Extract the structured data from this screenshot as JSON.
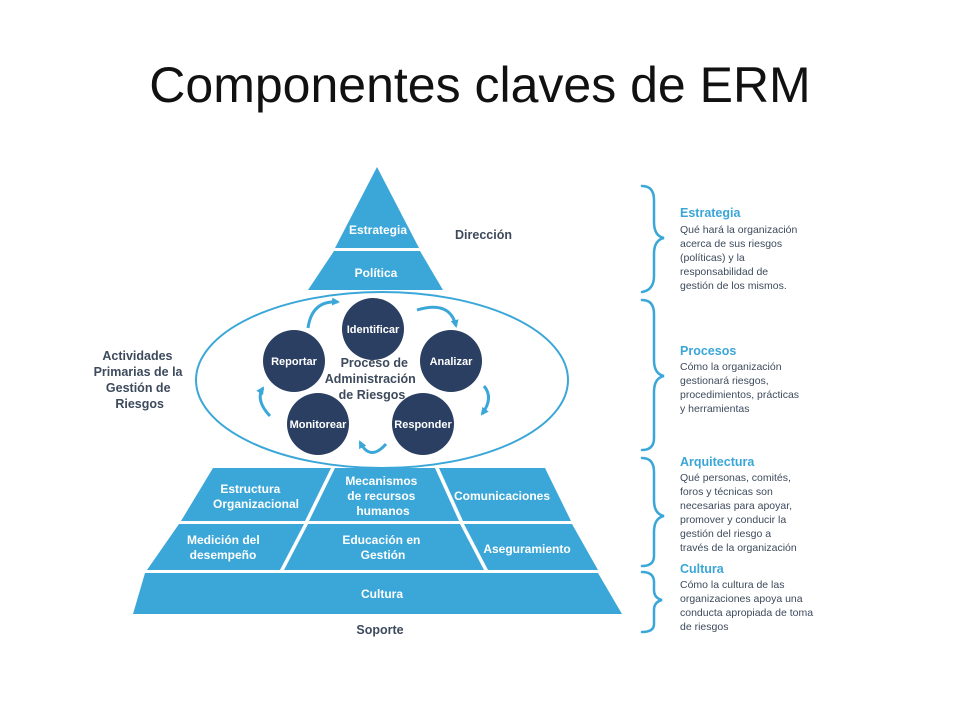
{
  "slide": {
    "title": "Componentes claves de ERM"
  },
  "colors": {
    "tier_fill": "#3ba7d8",
    "circle_fill": "#2b3f62",
    "outline": "#3ba7d8",
    "dark_text": "#3d4a5c",
    "heading_text": "#3aa6d8"
  },
  "pyramid": {
    "top": {
      "estrategia": "Estrategia",
      "politica": "Política",
      "direccion": "Dirección"
    },
    "bottom": {
      "row1": {
        "left": [
          "Estructura",
          "Organizacional"
        ],
        "center": [
          "Mecanismos",
          "de recursos",
          "humanos"
        ],
        "right": [
          "Comunicaciones"
        ]
      },
      "row2": {
        "left": [
          "Medición del",
          "desempeño"
        ],
        "center": [
          "Educación en",
          "Gestión"
        ],
        "right": [
          "Aseguramiento"
        ]
      },
      "base": "Cultura",
      "soporte": "Soporte"
    }
  },
  "process": {
    "center_label": [
      "Proceso de",
      "Administración",
      "de Riesgos"
    ],
    "steps": [
      "Identificar",
      "Analizar",
      "Responder",
      "Monitorear",
      "Reportar"
    ],
    "side_label": [
      "Actividades",
      "Primarias de la",
      "Gestión de",
      "Riesgos"
    ],
    "arrow_icon": "curved-arrow-icon"
  },
  "sidebar": [
    {
      "heading": "Estrategia",
      "lines": [
        "Qué hará la organización",
        "acerca de sus riesgos",
        "(políticas) y la",
        "responsabilidad de",
        "gestión de los mismos."
      ]
    },
    {
      "heading": "Procesos",
      "lines": [
        "Cómo la organización",
        "gestionará riesgos,",
        "procedimientos, prácticas",
        "y herramientas"
      ]
    },
    {
      "heading": "Arquitectura",
      "lines": [
        "Qué personas, comités,",
        "foros y técnicas son",
        "necesarias para apoyar,",
        "promover y conducir la",
        "gestión del riesgo a",
        "través de la organización"
      ]
    },
    {
      "heading": "Cultura",
      "lines": [
        "Cómo la cultura de las",
        "organizaciones apoya una",
        "conducta apropiada de toma",
        "de riesgos"
      ]
    }
  ]
}
